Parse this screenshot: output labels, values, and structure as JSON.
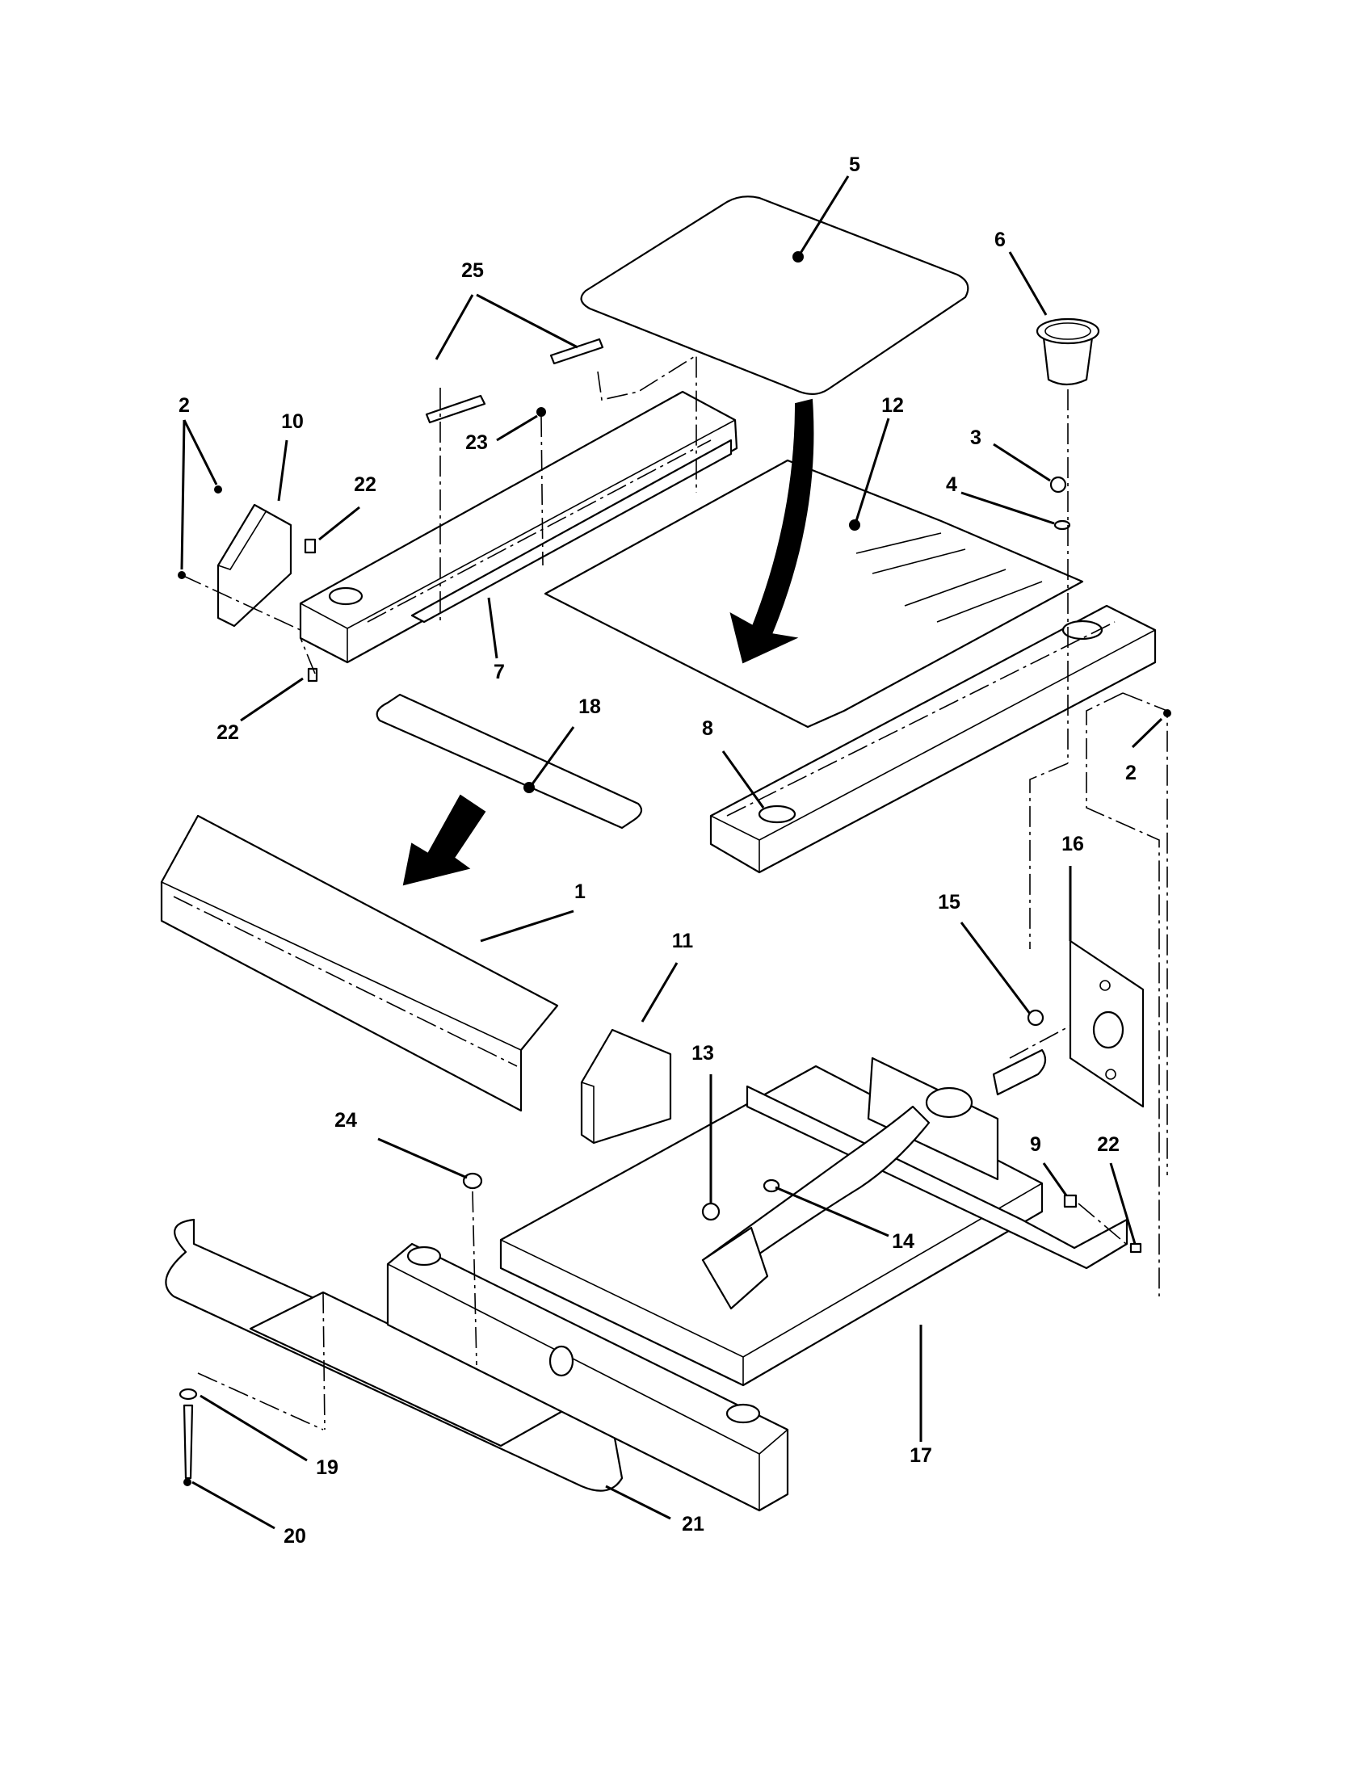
{
  "callouts": [
    {
      "id": "c5",
      "label": "5"
    },
    {
      "id": "c6",
      "label": "6"
    },
    {
      "id": "c25",
      "label": "25"
    },
    {
      "id": "c12",
      "label": "12"
    },
    {
      "id": "c2a",
      "label": "2"
    },
    {
      "id": "c10",
      "label": "10"
    },
    {
      "id": "c22a",
      "label": "22"
    },
    {
      "id": "c23",
      "label": "23"
    },
    {
      "id": "c3",
      "label": "3"
    },
    {
      "id": "c4",
      "label": "4"
    },
    {
      "id": "c7",
      "label": "7"
    },
    {
      "id": "c22b",
      "label": "22"
    },
    {
      "id": "c18",
      "label": "18"
    },
    {
      "id": "c8",
      "label": "8"
    },
    {
      "id": "c2b",
      "label": "2"
    },
    {
      "id": "c16",
      "label": "16"
    },
    {
      "id": "c1",
      "label": "1"
    },
    {
      "id": "c15",
      "label": "15"
    },
    {
      "id": "c11",
      "label": "11"
    },
    {
      "id": "c13",
      "label": "13"
    },
    {
      "id": "c24",
      "label": "24"
    },
    {
      "id": "c9",
      "label": "9"
    },
    {
      "id": "c22c",
      "label": "22"
    },
    {
      "id": "c14",
      "label": "14"
    },
    {
      "id": "c17",
      "label": "17"
    },
    {
      "id": "c19",
      "label": "19"
    },
    {
      "id": "c21",
      "label": "21"
    },
    {
      "id": "c20",
      "label": "20"
    }
  ]
}
